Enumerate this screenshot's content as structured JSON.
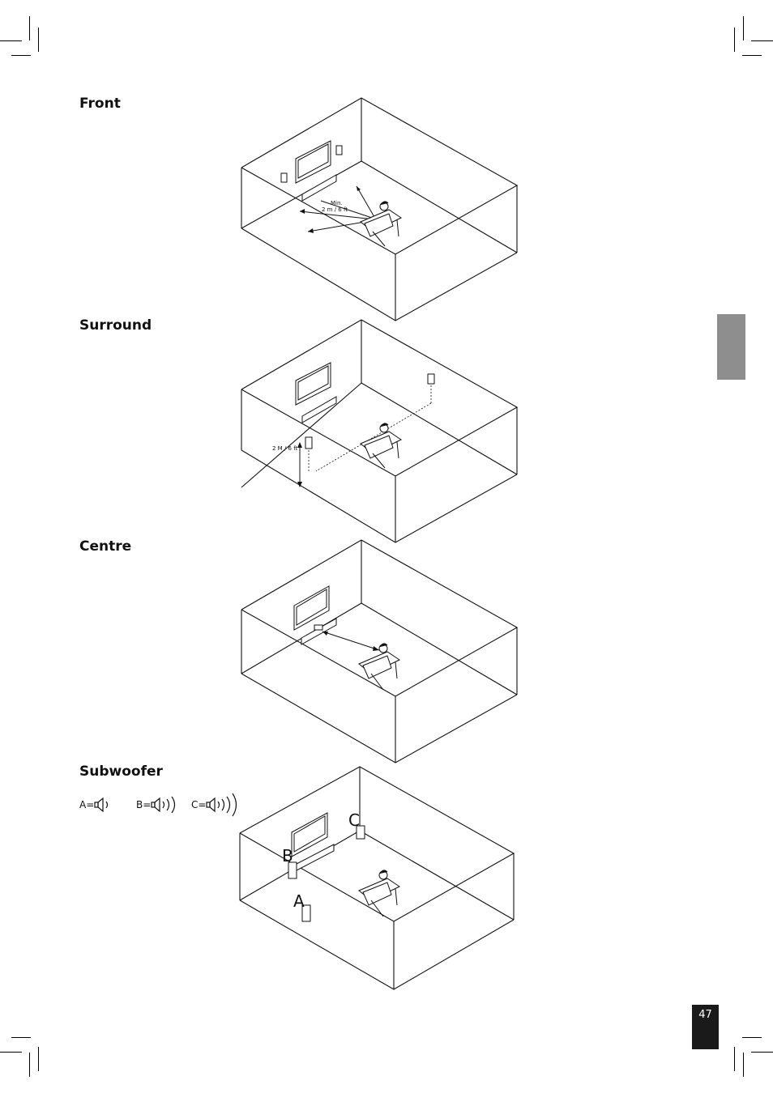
{
  "sections": {
    "front": {
      "title": "Front",
      "distance_label_1": "Min.",
      "distance_label_2": "2 m / 6 ft"
    },
    "surround": {
      "title": "Surround",
      "height_label": "2 M / 6 ft"
    },
    "centre": {
      "title": "Centre"
    },
    "subwoofer": {
      "title": "Subwoofer",
      "legend": [
        {
          "label": "A=",
          "waves": 1
        },
        {
          "label": "B=",
          "waves": 2
        },
        {
          "label": "C=",
          "waves": 3
        }
      ],
      "positions": {
        "a": "A",
        "b": "B",
        "c": "C"
      }
    }
  },
  "page_number": "47",
  "colors": {
    "ink": "#111111",
    "tab": "#8e8e8e",
    "page_box": "#1a1a1a"
  }
}
